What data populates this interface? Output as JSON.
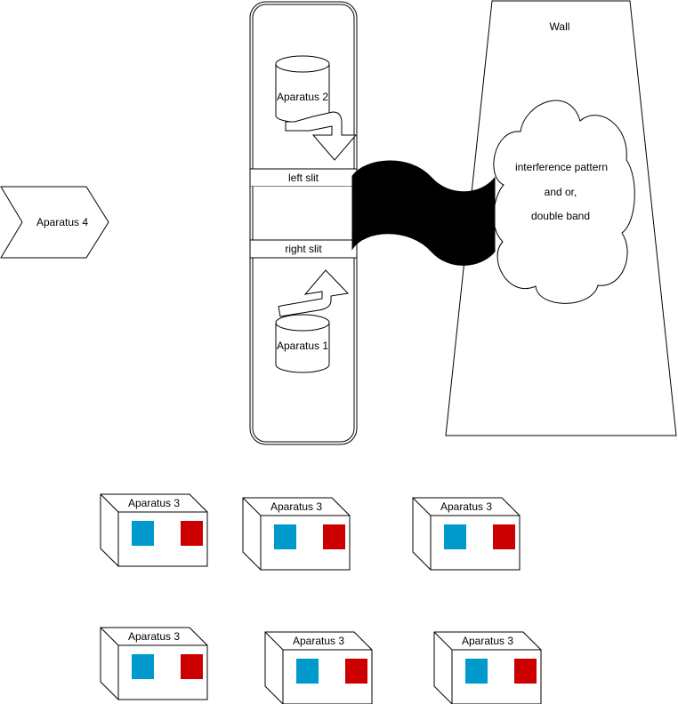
{
  "diagram": {
    "apparatus4": {
      "label": "Aparatus 4"
    },
    "barrier": {
      "apparatus2": {
        "label": "Aparatus 2"
      },
      "left_slit": {
        "label": "left slit"
      },
      "right_slit": {
        "label": "right slit"
      },
      "apparatus1": {
        "label": "Aparatus 1"
      }
    },
    "wall": {
      "label": "Wall",
      "cloud": {
        "lines": [
          "interference pattern",
          "and or,",
          "double band"
        ]
      }
    },
    "detectors": [
      {
        "label": "Aparatus 3"
      },
      {
        "label": "Aparatus 3"
      },
      {
        "label": "Aparatus 3"
      },
      {
        "label": "Aparatus 3"
      },
      {
        "label": "Aparatus 3"
      },
      {
        "label": "Aparatus 3"
      }
    ],
    "colors": {
      "blue_indicator": "#0099CC",
      "red_indicator": "#CC0000",
      "wave": "#000000"
    }
  }
}
